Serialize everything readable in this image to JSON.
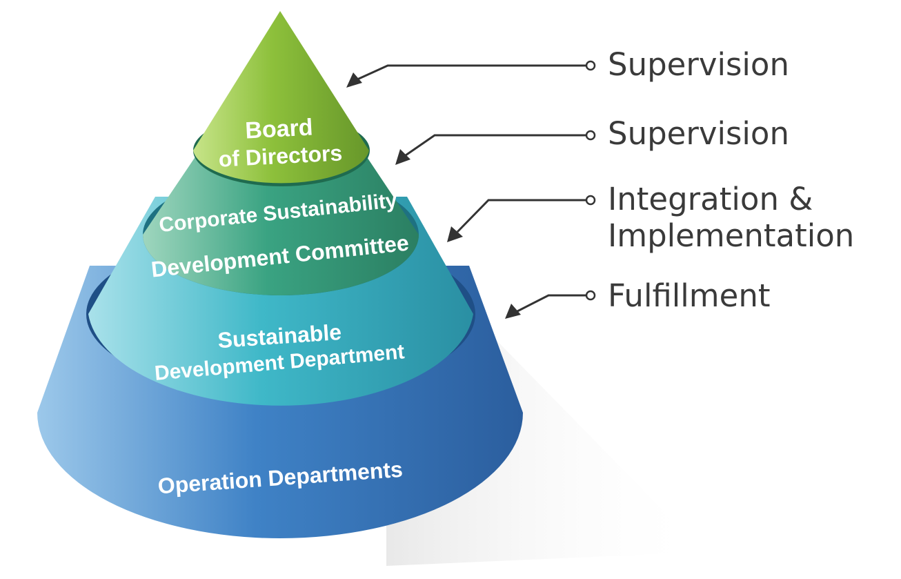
{
  "tiers": {
    "top": {
      "line1": "Board",
      "line2": "of Directors"
    },
    "second": {
      "line1": "Corporate Sustainability",
      "line2": "Development Committee"
    },
    "third": {
      "line1": "Sustainable",
      "line2": "Development Department"
    },
    "bottom": {
      "line1": "Operation Departments"
    }
  },
  "callouts": {
    "board": "Supervision",
    "committee": "Supervision",
    "department_line1": "Integration &",
    "department_line2": "Implementation",
    "operations": "Fulfillment"
  },
  "colors": {
    "tier_top": "#8dbf3a",
    "tier_second": "#3aa07e",
    "tier_third": "#3bb1c4",
    "tier_bottom": "#3d78c0",
    "arrow": "#333333",
    "label_text": "#3a3a3a"
  }
}
